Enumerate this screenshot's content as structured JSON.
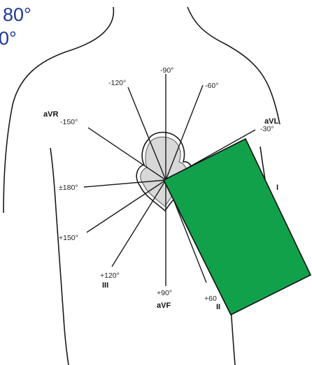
{
  "corner_text": [
    "80°",
    "0°"
  ],
  "axis_degree_labels": [
    "-90°",
    "-120°",
    "-60°",
    "-150°",
    "-30°",
    "±180°",
    "+150°",
    "+120°",
    "+90°",
    "+60"
  ],
  "lead_labels": [
    "aVR",
    "aVL",
    "I",
    "III",
    "aVF",
    "II"
  ],
  "colors": {
    "overlay_fill": "#12a14b",
    "corner_text": "#1f3a93",
    "lines": "#1a1a1a"
  }
}
